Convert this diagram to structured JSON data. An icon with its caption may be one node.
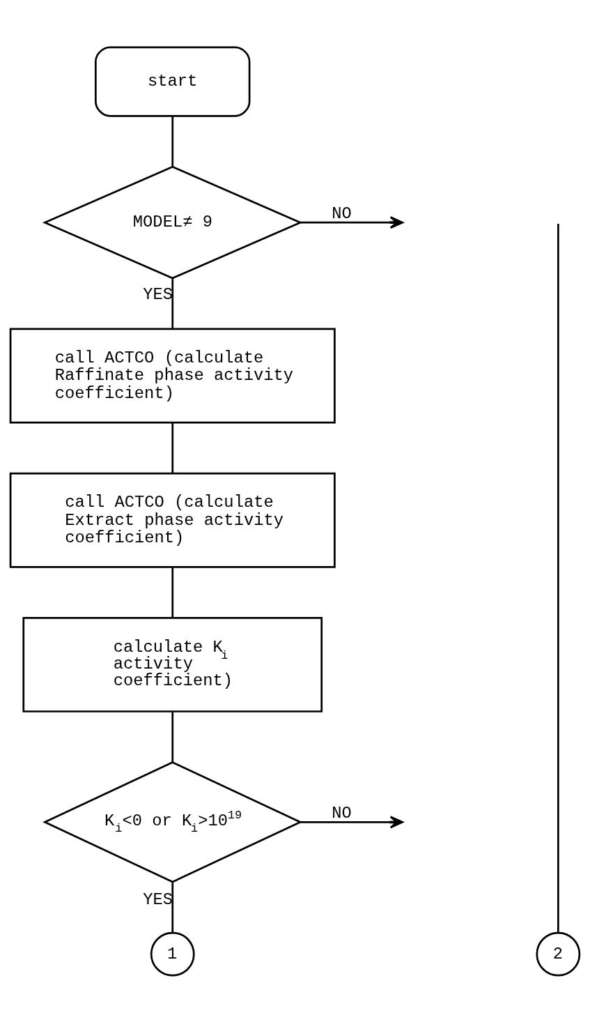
{
  "diagram": {
    "nodes": [
      {
        "text": [
          "start"
        ]
      },
      {
        "text": [
          "MODEL≠ 9"
        ]
      },
      {
        "text": [
          "call ACTCO (calculate Raffinate phase activity coefficient)"
        ]
      },
      {
        "text": [
          "call ACTCO (calculate Extract phase activity coefficient)"
        ]
      },
      {
        "text": [
          "calculate K$_{i}$ activity coefficient)"
        ]
      },
      {
        "text": [
          "K$_{i}$<0 or K$_{i}$>10$^{19}$"
        ]
      },
      {
        "text": [
          "1"
        ]
      },
      {
        "text": [
          "2"
        ]
      }
    ],
    "edges": [
      {
        "from": 0,
        "to": 1,
        "arrow": "none"
      },
      {
        "from": 1,
        "to": null,
        "arrow": "to",
        "label": "NO"
      },
      {
        "from": 1,
        "to": 2,
        "arrow": "none",
        "label": "YES"
      },
      {
        "from": 2,
        "to": 3,
        "arrow": "none"
      },
      {
        "from": 3,
        "to": 4,
        "arrow": "none"
      },
      {
        "from": 4,
        "to": 5,
        "arrow": "none"
      },
      {
        "from": 5,
        "to": null,
        "arrow": "to",
        "label": "NO"
      },
      {
        "from": 5,
        "to": 6,
        "arrow": "none",
        "label": "YES"
      },
      {
        "from": null,
        "to": 7,
        "arrow": "none"
      }
    ]
  }
}
